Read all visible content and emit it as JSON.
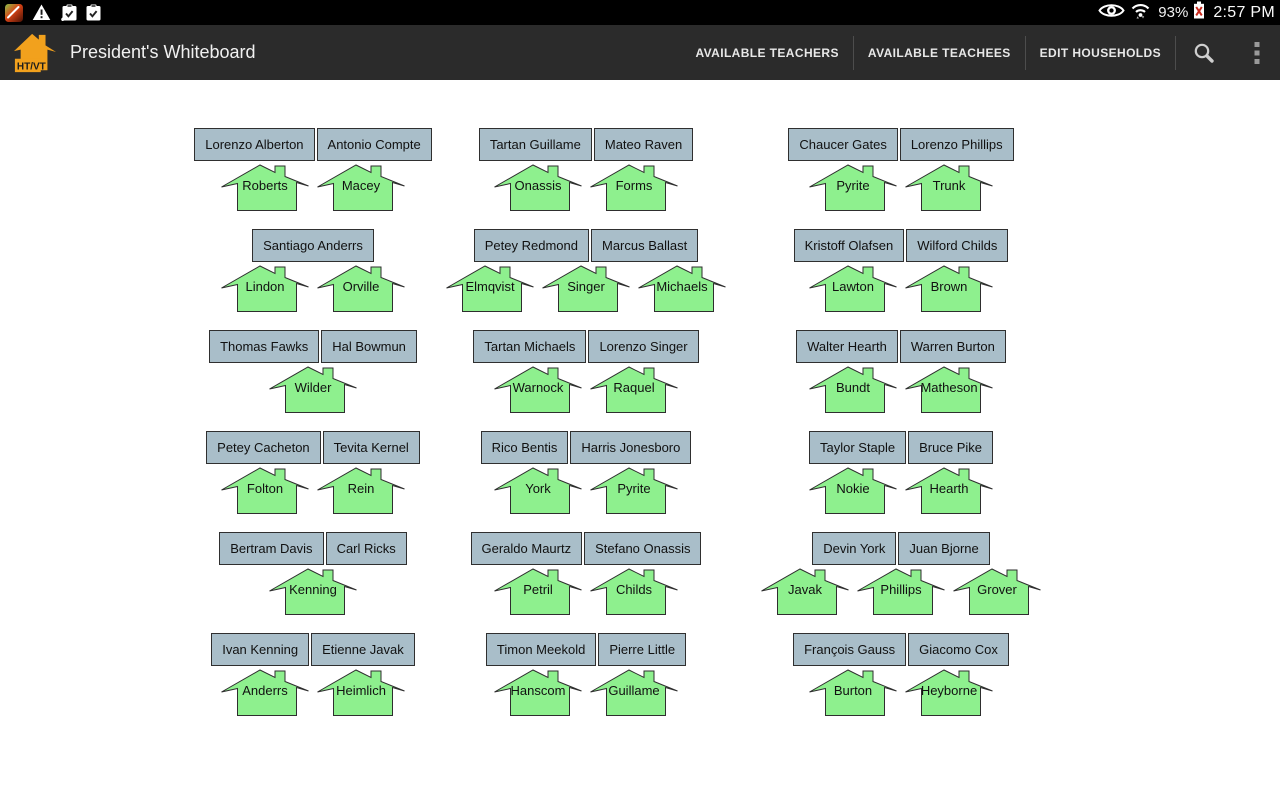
{
  "status_bar": {
    "time": "2:57 PM",
    "battery_percent": "93%",
    "left_icons": [
      "game-app-icon",
      "warning-icon",
      "clipboard-forward-icon",
      "clipboard-check-icon"
    ],
    "right_icons": [
      "eye-icon",
      "wifi-icon",
      "battery-icon"
    ]
  },
  "action_bar": {
    "app_icon_label": "HT/VT",
    "title": "President's Whiteboard",
    "menu_items": [
      "AVAILABLE TEACHERS",
      "AVAILABLE TEACHEES",
      "EDIT HOUSEHOLDS"
    ],
    "icons": [
      "search-icon",
      "overflow-menu-icon"
    ]
  },
  "colors": {
    "teacher_card_bg": "#a9bec9",
    "house_fill": "#8ef08e",
    "house_stroke": "#2e2e2e",
    "action_bar_bg": "#2b2b2b",
    "status_bar_bg": "#000000",
    "app_icon_orange": "#f2a11d",
    "battery_alert_red": "#c92a1e"
  },
  "board": {
    "columns": [
      {
        "groups": [
          {
            "teachers": [
              "Lorenzo Alberton",
              "Antonio Compte"
            ],
            "households": [
              "Roberts",
              "Macey"
            ]
          },
          {
            "teachers": [
              "Santiago Anderrs"
            ],
            "households": [
              "Lindon",
              "Orville"
            ]
          },
          {
            "teachers": [
              "Thomas Fawks",
              "Hal Bowmun"
            ],
            "households": [
              "Wilder"
            ]
          },
          {
            "teachers": [
              "Petey Cacheton",
              "Tevita Kernel"
            ],
            "households": [
              "Folton",
              "Rein"
            ]
          },
          {
            "teachers": [
              "Bertram Davis",
              "Carl Ricks"
            ],
            "households": [
              "Kenning"
            ]
          },
          {
            "teachers": [
              "Ivan Kenning",
              "Etienne Javak"
            ],
            "households": [
              "Anderrs",
              "Heimlich"
            ]
          }
        ]
      },
      {
        "groups": [
          {
            "teachers": [
              "Tartan Guillame",
              "Mateo Raven"
            ],
            "households": [
              "Onassis",
              "Forms"
            ]
          },
          {
            "teachers": [
              "Petey Redmond",
              "Marcus Ballast"
            ],
            "households": [
              "Elmqvist",
              "Singer",
              "Michaels"
            ]
          },
          {
            "teachers": [
              "Tartan Michaels",
              "Lorenzo Singer"
            ],
            "households": [
              "Warnock",
              "Raquel"
            ]
          },
          {
            "teachers": [
              "Rico Bentis",
              "Harris Jonesboro"
            ],
            "households": [
              "York",
              "Pyrite"
            ]
          },
          {
            "teachers": [
              "Geraldo Maurtz",
              "Stefano Onassis"
            ],
            "households": [
              "Petril",
              "Childs"
            ]
          },
          {
            "teachers": [
              "Timon Meekold",
              "Pierre Little"
            ],
            "households": [
              "Hanscom",
              "Guillame"
            ]
          }
        ]
      },
      {
        "groups": [
          {
            "teachers": [
              "Chaucer Gates",
              "Lorenzo Phillips"
            ],
            "households": [
              "Pyrite",
              "Trunk"
            ]
          },
          {
            "teachers": [
              "Kristoff Olafsen",
              "Wilford Childs"
            ],
            "households": [
              "Lawton",
              "Brown"
            ]
          },
          {
            "teachers": [
              "Walter Hearth",
              "Warren Burton"
            ],
            "households": [
              "Bundt",
              "Matheson"
            ]
          },
          {
            "teachers": [
              "Taylor Staple",
              "Bruce Pike"
            ],
            "households": [
              "Nokie",
              "Hearth"
            ]
          },
          {
            "teachers": [
              "Devin York",
              "Juan Bjorne"
            ],
            "households": [
              "Javak",
              "Phillips",
              "Grover"
            ]
          },
          {
            "teachers": [
              "François Gauss",
              "Giacomo Cox"
            ],
            "households": [
              "Burton",
              "Heyborne"
            ]
          }
        ]
      }
    ]
  }
}
